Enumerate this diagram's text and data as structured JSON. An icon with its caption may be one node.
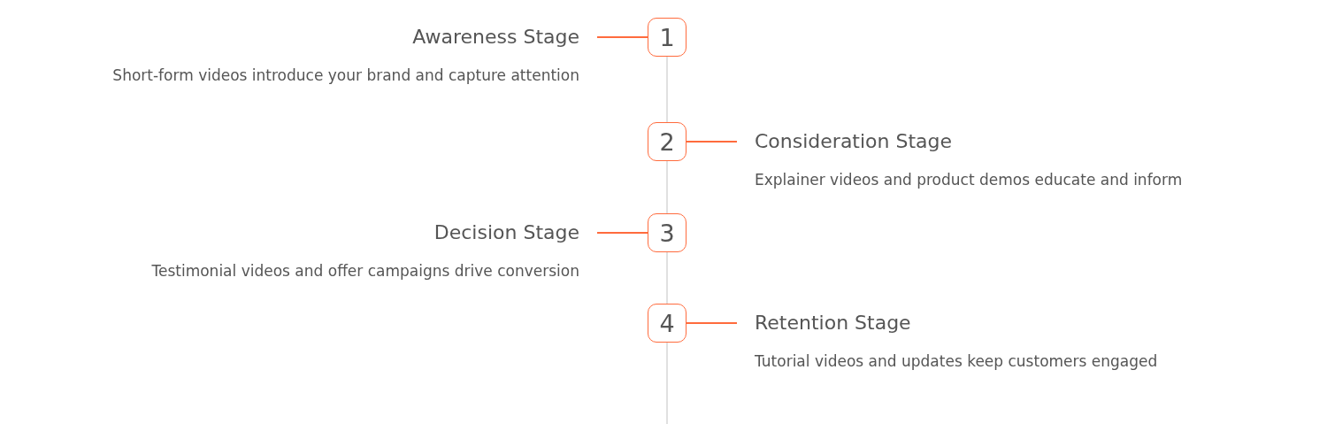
{
  "diagram": {
    "nodes": [
      {
        "text": [
          "1"
        ]
      },
      {
        "text": [
          "Awareness Stage",
          "Short-form videos introduce your brand and capture attention"
        ]
      },
      {
        "text": [
          "2"
        ]
      },
      {
        "text": [
          "Consideration Stage",
          "Explainer videos and product demos educate and inform"
        ]
      },
      {
        "text": [
          "3"
        ]
      },
      {
        "text": [
          "Decision Stage",
          "Testimonial videos and offer campaigns drive conversion"
        ]
      },
      {
        "text": [
          "4"
        ]
      },
      {
        "text": [
          "Retention Stage",
          "Tutorial videos and updates keep customers engaged"
        ]
      }
    ],
    "edges": [
      {
        "from": 0,
        "to": 1,
        "arrow": "none",
        "color": "#ff6b3d"
      },
      {
        "from": 2,
        "to": 3,
        "arrow": "none",
        "color": "#ff6b3d"
      },
      {
        "from": 4,
        "to": 5,
        "arrow": "none",
        "color": "#ff6b3d"
      },
      {
        "from": 6,
        "to": 7,
        "arrow": "none",
        "color": "#ff6b3d"
      },
      {
        "from": 0,
        "to": 2,
        "arrow": "none",
        "color": "#e0e0e0"
      },
      {
        "from": 2,
        "to": 4,
        "arrow": "none",
        "color": "#e0e0e0"
      },
      {
        "from": 4,
        "to": 6,
        "arrow": "none",
        "color": "#e0e0e0"
      },
      {
        "from": 6,
        "to": null,
        "arrow": "none",
        "color": "#e0e0e0"
      }
    ]
  }
}
